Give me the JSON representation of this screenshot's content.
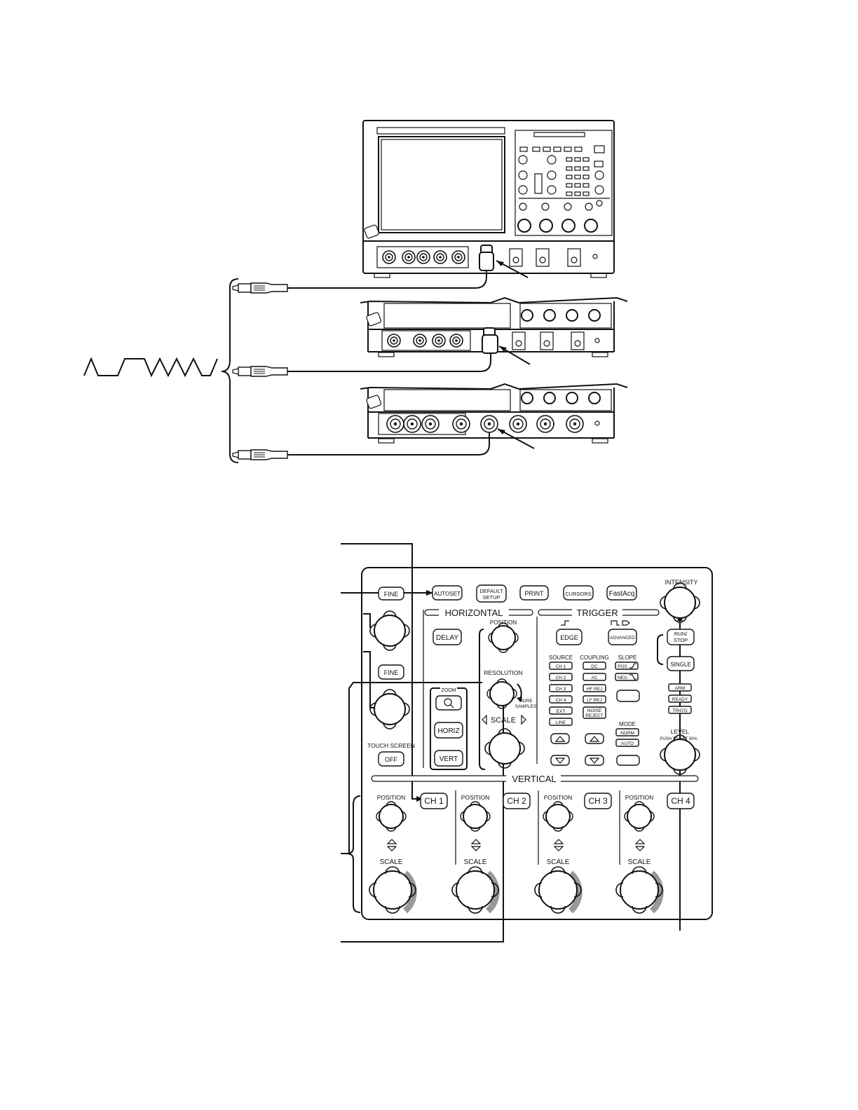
{
  "panel": {
    "top_buttons": [
      "FINE",
      "AUTOSET",
      "DEFAULT",
      "SETUP",
      "PRINT",
      "CURSORS",
      "FastAcq"
    ],
    "intensity": "INTENSITY",
    "horizontal": {
      "title": "HORIZONTAL",
      "position": "POSITION",
      "delay": "DELAY",
      "resolution": "RESOLUTION",
      "more": "MORE",
      "samples": "SAMPLES",
      "zoom": "ZOOM",
      "scale": "SCALE",
      "horiz": "HORIZ",
      "vert": "VERT"
    },
    "left": {
      "fine": "FINE",
      "touch_screen": "TOUCH SCREEN",
      "off": "OFF"
    },
    "trigger": {
      "title": "TRIGGER",
      "edge": "EDGE",
      "advanced": "ADVANCED",
      "source": "SOURCE",
      "coupling": "COUPLING",
      "slope": "SLOPE",
      "source_buttons": [
        "CH 1",
        "CH 2",
        "CH 3",
        "CH 4",
        "EXT",
        "LINE"
      ],
      "coupling_buttons": [
        "DC",
        "AC",
        "HF REJ",
        "LF REJ",
        "NOISE",
        "REJECT"
      ],
      "slope_buttons": [
        "POS",
        "NEG"
      ],
      "mode": "MODE",
      "norm": "NORM",
      "auto": "AUTO",
      "run_stop_1": "RUN/",
      "run_stop_2": "STOP",
      "single": "SINGLE",
      "status": [
        "ARM",
        "READY",
        "TRIG'D"
      ],
      "level": "LEVEL",
      "push_50": "PUSH TO SET 50%"
    },
    "vertical": {
      "title": "VERTICAL",
      "channels": [
        {
          "position": "POSITION",
          "label": "CH 1",
          "scale": "SCALE"
        },
        {
          "position": "POSITION",
          "label": "CH 2",
          "scale": "SCALE"
        },
        {
          "position": "POSITION",
          "label": "CH 3",
          "scale": "SCALE"
        },
        {
          "position": "POSITION",
          "label": "CH 4",
          "scale": "SCALE"
        }
      ]
    }
  }
}
